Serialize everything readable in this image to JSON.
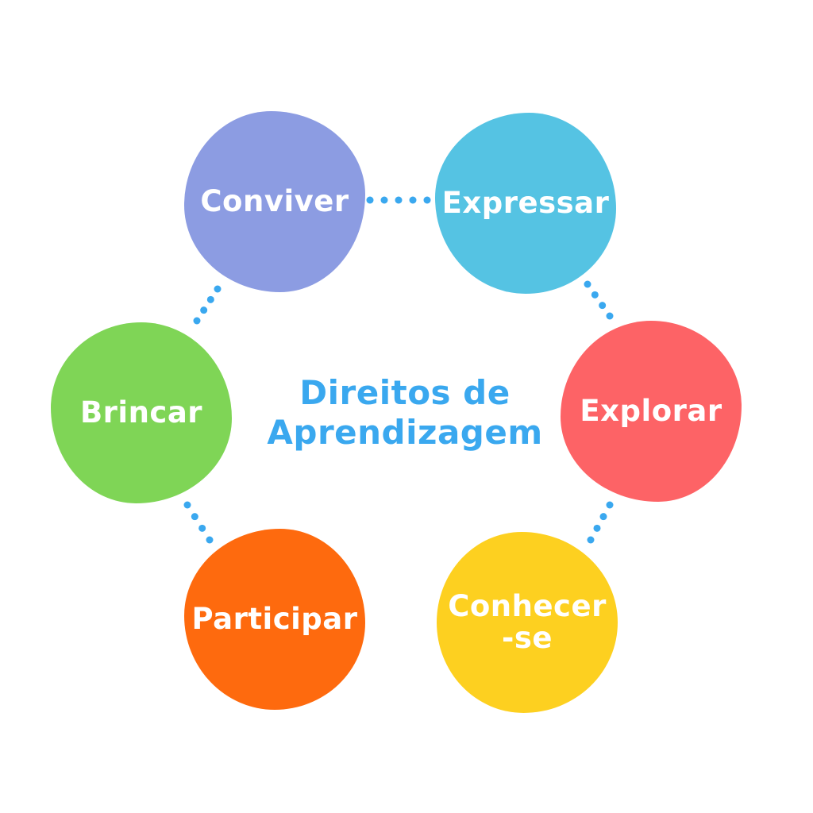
{
  "title": {
    "line1": "Direitos de",
    "line2": "Aprendizagem",
    "color": "#3aa8ef"
  },
  "connector_color": "#3aa8ef",
  "nodes": [
    {
      "id": "conviver",
      "label_line1": "Conviver",
      "label_line2": "",
      "color": "#8c9ce2"
    },
    {
      "id": "expressar",
      "label_line1": "Expressar",
      "label_line2": "",
      "color": "#55c3e3"
    },
    {
      "id": "explorar",
      "label_line1": "Explorar",
      "label_line2": "",
      "color": "#fd6366"
    },
    {
      "id": "conhecer-se",
      "label_line1": "Conhecer",
      "label_line2": "-se",
      "color": "#fdd020"
    },
    {
      "id": "participar",
      "label_line1": "Participar",
      "label_line2": "",
      "color": "#fe6a0e"
    },
    {
      "id": "brincar",
      "label_line1": "Brincar",
      "label_line2": "",
      "color": "#7fd556"
    }
  ]
}
